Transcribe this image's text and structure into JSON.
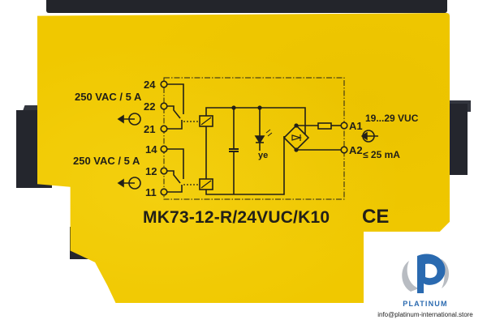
{
  "image": {
    "subject": "Yellow DIN-rail safety relay module with printed wiring schematic",
    "colors": {
      "housing_yellow": "#f0c800",
      "housing_black": "#24262d",
      "print_ink": "#222018",
      "logo_blue": "#2a6ab0",
      "logo_gray": "#b8bcc2"
    }
  },
  "label": {
    "contact_rating_1": "250 VAC / 5 A",
    "contact_rating_2": "250 VAC / 5 A",
    "terminals": {
      "t24": "24",
      "t22": "22",
      "t21": "21",
      "t14": "14",
      "t12": "12",
      "t11": "11",
      "a1": "A1",
      "a2": "A2"
    },
    "led_color_code": "ye",
    "supply_voltage": "19...29 VUC",
    "supply_current": "≤ 25 mA",
    "model_number": "MK73-12-R/24VUC/K10",
    "certification_mark": "CE"
  },
  "watermark": {
    "brand": "PLATINUM",
    "email": "info@platinum-international.store"
  }
}
